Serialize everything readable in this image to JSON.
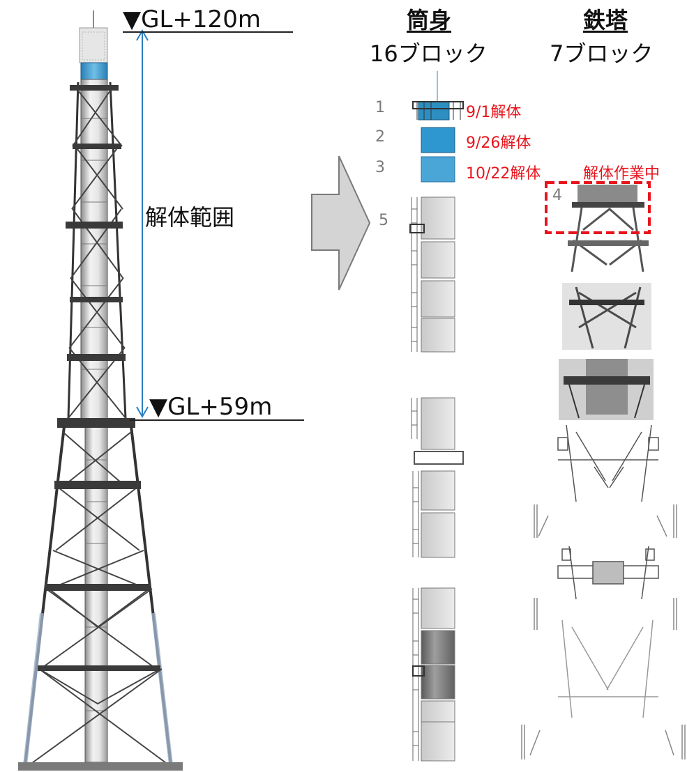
{
  "tower": {
    "top_level": "▼GL+120m",
    "bottom_level": "▼GL+59m",
    "range_label": "解体範囲"
  },
  "columns": {
    "cylinder": {
      "title": "筒身",
      "blocks": "16ブロック"
    },
    "steel_tower": {
      "title": "鉄塔",
      "blocks": "7ブロック"
    }
  },
  "blocks": [
    {
      "number": "1",
      "status": "9/1解体",
      "color": "#2d8fc1"
    },
    {
      "number": "2",
      "status": "9/26解体",
      "color": "#2f97d0"
    },
    {
      "number": "3",
      "status": "10/22解体",
      "color": "#4aa6d6"
    },
    {
      "number": "4",
      "status": "解体作業中"
    },
    {
      "number": "5"
    }
  ],
  "colors": {
    "accent_red": "#e8141c",
    "guide_blue": "#2a7fc0",
    "arrow_fill": "#d4d4d4"
  }
}
